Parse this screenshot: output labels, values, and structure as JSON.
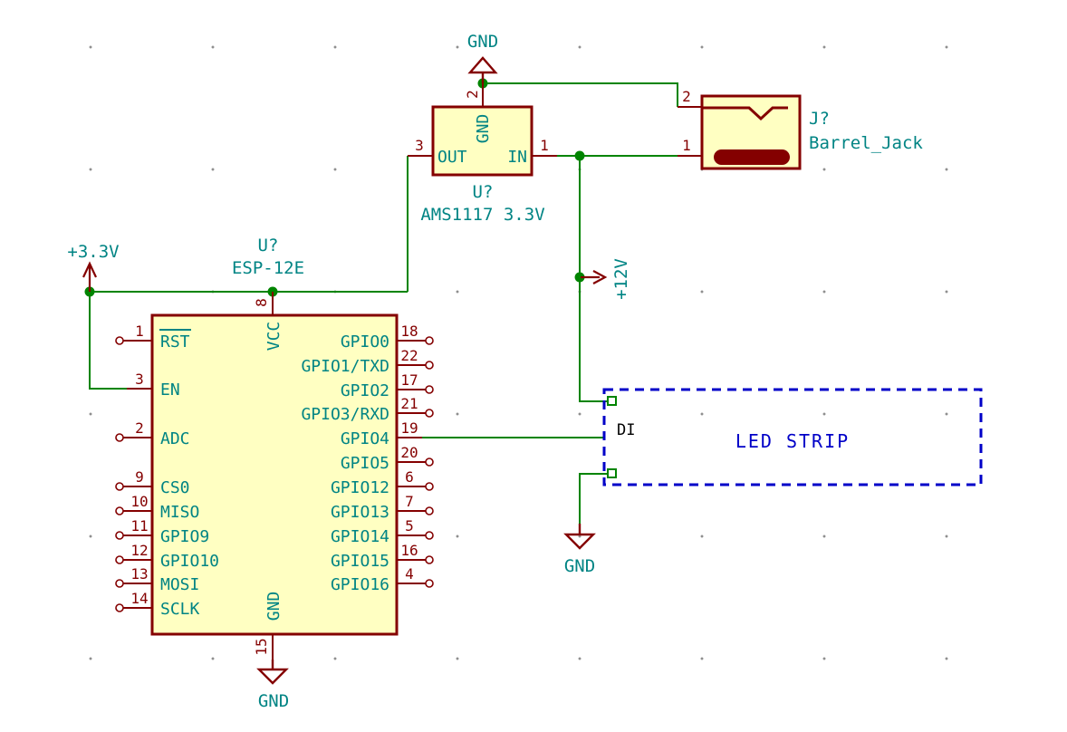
{
  "colors": {
    "component_fill": "#FFFFC2",
    "component_outline": "#840000",
    "pin_name_teal": "#008484",
    "pin_number_red": "#840000",
    "wire_green": "#008400",
    "sheet_blue": "#0000C8",
    "annotation_black": "#000000"
  },
  "esp": {
    "ref": "U?",
    "value": "ESP-12E",
    "top_pin": {
      "num": "8",
      "name": "VCC"
    },
    "bottom_pin": {
      "num": "15",
      "name": "GND"
    },
    "left_pins": [
      {
        "num": "1",
        "name": "RST"
      },
      {
        "num": "3",
        "name": "EN"
      },
      {
        "num": "2",
        "name": "ADC"
      },
      {
        "num": "9",
        "name": "CS0"
      },
      {
        "num": "10",
        "name": "MISO"
      },
      {
        "num": "11",
        "name": "GPIO9"
      },
      {
        "num": "12",
        "name": "GPIO10"
      },
      {
        "num": "13",
        "name": "MOSI"
      },
      {
        "num": "14",
        "name": "SCLK"
      }
    ],
    "right_pins": [
      {
        "num": "18",
        "name": "GPIO0"
      },
      {
        "num": "22",
        "name": "GPIO1/TXD"
      },
      {
        "num": "17",
        "name": "GPIO2"
      },
      {
        "num": "21",
        "name": "GPIO3/RXD"
      },
      {
        "num": "19",
        "name": "GPIO4"
      },
      {
        "num": "20",
        "name": "GPIO5"
      },
      {
        "num": "6",
        "name": "GPIO12"
      },
      {
        "num": "7",
        "name": "GPIO13"
      },
      {
        "num": "5",
        "name": "GPIO14"
      },
      {
        "num": "16",
        "name": "GPIO15"
      },
      {
        "num": "4",
        "name": "GPIO16"
      }
    ]
  },
  "regulator": {
    "ref": "U?",
    "value": "AMS1117 3.3V",
    "out": {
      "num": "3",
      "name": "OUT"
    },
    "in": {
      "num": "1",
      "name": "IN"
    },
    "gnd": {
      "num": "2",
      "name": "GND"
    }
  },
  "barrel_jack": {
    "ref": "J?",
    "value": "Barrel_Jack",
    "pin2": "2",
    "pin1": "1"
  },
  "led_strip": {
    "label": "LED STRIP",
    "input": "DI"
  },
  "power": {
    "v33": "+3.3V",
    "v12": "+12V",
    "gnd_top": "GND",
    "gnd_esp": "GND",
    "gnd_led": "GND"
  }
}
